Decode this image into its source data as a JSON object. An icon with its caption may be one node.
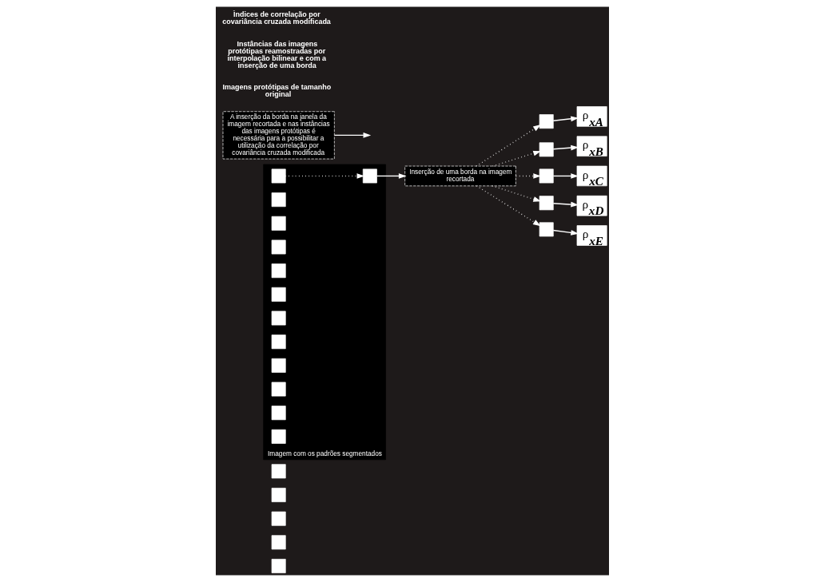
{
  "diagram": {
    "nodes": [
      {
        "text": [],
        "shape": "box"
      },
      {
        "text": [],
        "shape": "box"
      },
      {
        "text": [],
        "shape": "box"
      },
      {
        "text": [],
        "shape": "box"
      },
      {
        "text": [],
        "shape": "box"
      },
      {
        "text": [
          "Imagem com os padrões segmentados"
        ]
      },
      {
        "text": [],
        "shape": "box",
        "in": 5
      },
      {
        "text": [],
        "shape": "box",
        "in": 5
      },
      {
        "text": [],
        "shape": "box",
        "in": 5
      },
      {
        "text": [],
        "shape": "box",
        "in": 5
      },
      {
        "text": [],
        "shape": "box",
        "in": 5
      },
      {
        "text": [],
        "shape": "box",
        "in": 5
      },
      {
        "text": [],
        "shape": "box",
        "in": 5
      },
      {
        "text": [],
        "shape": "box",
        "in": 5
      },
      {
        "text": [],
        "shape": "box",
        "in": 5
      },
      {
        "text": [],
        "shape": "box",
        "in": 5
      },
      {
        "text": [],
        "shape": "box",
        "in": 5
      },
      {
        "text": [],
        "shape": "box",
        "in": 5
      },
      {
        "text": [],
        "shape": "box",
        "in": 5
      },
      {
        "text": [
          "Inserção de uma borda na imagem recortada"
        ]
      },
      {
        "text": [],
        "shape": "box"
      },
      {
        "text": [],
        "shape": "box"
      },
      {
        "text": [],
        "shape": "box"
      },
      {
        "text": [],
        "shape": "box"
      },
      {
        "text": [],
        "shape": "box"
      },
      {
        "text": [
          "ρ$_{xA}$"
        ]
      },
      {
        "text": [
          "ρ$_{xB}$"
        ]
      },
      {
        "text": [
          "ρ$_{xC}$"
        ]
      },
      {
        "text": [
          "ρ$_{xD}$"
        ]
      },
      {
        "text": [
          "ρ$_{xE}$"
        ]
      },
      {
        "text": [
          "A inserção da borda na janela da imagem recortada e nas instâncias das imagens protótipas é necessária para a possibilitar a utilização da correlação por covariância cruzada modificada"
        ]
      }
    ],
    "edges": [
      {
        "from": 6,
        "to": 18,
        "arrow": "to",
        "style": "dashed"
      },
      {
        "from": 18,
        "to": 19,
        "arrow": "to"
      },
      {
        "from": 19,
        "to": 20,
        "arrow": "to",
        "style": "dashed"
      },
      {
        "from": 19,
        "to": 21,
        "arrow": "to",
        "style": "dashed"
      },
      {
        "from": 19,
        "to": 22,
        "arrow": "to",
        "style": "dashed"
      },
      {
        "from": 19,
        "to": 23,
        "arrow": "to",
        "style": "dashed"
      },
      {
        "from": 19,
        "to": 24,
        "arrow": "to",
        "style": "dashed"
      },
      {
        "from": 20,
        "to": 25,
        "arrow": "to"
      },
      {
        "from": 21,
        "to": 26,
        "arrow": "to"
      },
      {
        "from": 22,
        "to": 27,
        "arrow": "to"
      },
      {
        "from": 23,
        "to": 28,
        "arrow": "to"
      },
      {
        "from": 24,
        "to": 29,
        "arrow": "to"
      },
      {
        "from": 30,
        "to": null,
        "arrow": "to"
      }
    ],
    "labels": [
      "Imagens protótipas de tamanho original",
      "Instâncias das imagens protótipas reamostradas por interpolação bilinear e com a inserção de uma borda",
      "Ìndices de correlação por covariância cruzada modificada"
    ]
  }
}
